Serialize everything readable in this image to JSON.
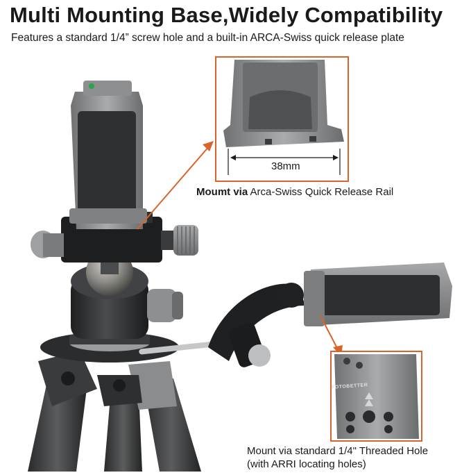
{
  "headline": "Multi Mounting Base,Widely Compatibility",
  "subline": "Features a standard 1/4” screw hole and a built-in ARCA-Swiss quick release plate",
  "callout_rail": {
    "dimension": "38mm",
    "caption_bold": "Moumt via",
    "caption_rest": " Arca-Swiss Quick Release Rail"
  },
  "callout_hole": {
    "caption_line1": "Mount via standard 1/4\" Threaded Hole",
    "caption_line2": "(with ARRI locating holes)",
    "engraving": "FOTOBETTER"
  },
  "colors": {
    "accent": "#d9632a",
    "text": "#1a1a1a",
    "aluminum": "#8c8e90",
    "rubber": "#2a2c2e"
  }
}
